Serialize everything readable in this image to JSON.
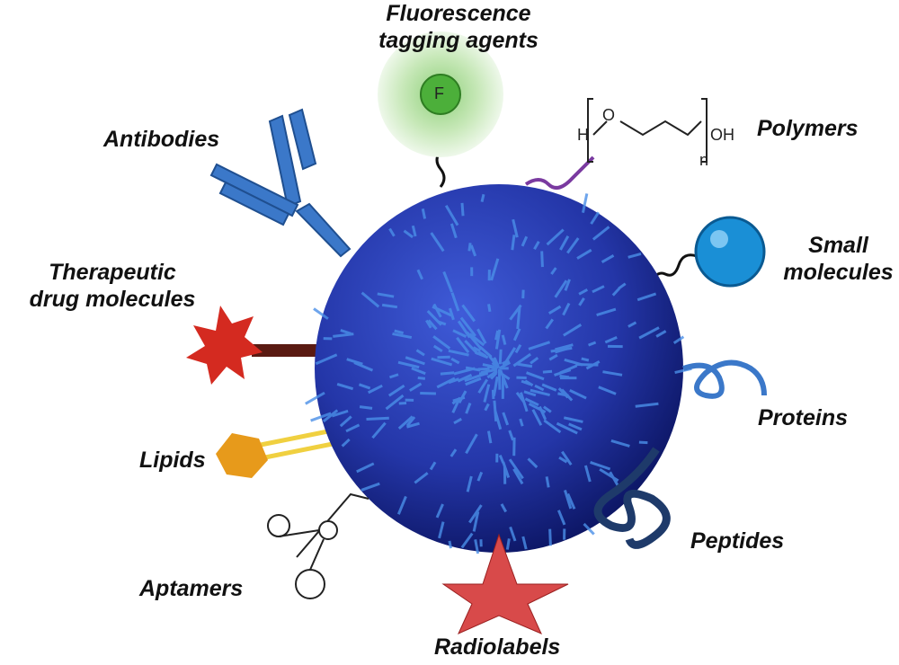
{
  "labels": {
    "fluorescence_1": "Fluorescence",
    "fluorescence_2": "tagging agents",
    "fluorescence_symbol": "F",
    "polymers": "Polymers",
    "antibodies": "Antibodies",
    "small_molecules_1": "Small",
    "small_molecules_2": "molecules",
    "therapeutic_1": "Therapeutic",
    "therapeutic_2": "drug molecules",
    "proteins": "Proteins",
    "lipids": "Lipids",
    "peptides": "Peptides",
    "aptamers": "Aptamers",
    "radiolabels": "Radiolabels"
  },
  "polymer_formula": {
    "h": "H",
    "o": "O",
    "oh": "OH",
    "n": "n"
  },
  "colors": {
    "sphere": "#2a3fb0",
    "fluor": "#4caf3a",
    "drug": "#d42a20",
    "lipid": "#e79a1b",
    "small": "#1a8fd6",
    "radiolabel": "#d84a4a",
    "antibody": "#3b78c9",
    "polymer": "#7a3aa0"
  }
}
